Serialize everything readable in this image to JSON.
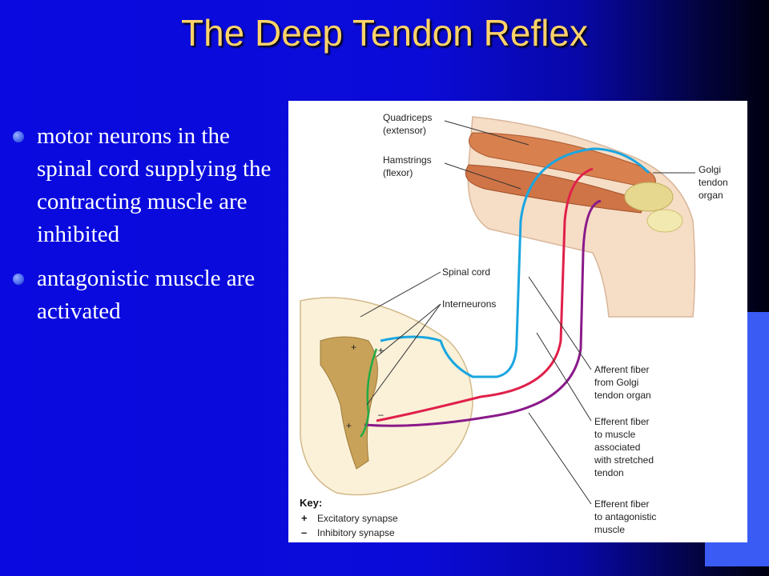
{
  "slide": {
    "title": "The Deep Tendon Reflex",
    "bullets": [
      "motor neurons in the spinal cord supplying the contracting muscle are inhibited",
      "antagonistic muscle are activated"
    ]
  },
  "figure": {
    "labels": {
      "quadriceps": [
        "Quadriceps",
        "(extensor)"
      ],
      "hamstrings": [
        "Hamstrings",
        "(flexor)"
      ],
      "golgi": [
        "Golgi",
        "tendon",
        "organ"
      ],
      "spinal_cord": "Spinal cord",
      "interneurons": "Interneurons",
      "afferent": [
        "Afferent fiber",
        "from Golgi",
        "tendon organ"
      ],
      "efferent_stretched": [
        "Efferent fiber",
        "to muscle",
        "associated",
        "with stretched",
        "tendon"
      ],
      "efferent_antagonistic": [
        "Efferent fiber",
        "to antagonistic",
        "muscle"
      ]
    },
    "key": {
      "title": "Key:",
      "items": [
        {
          "symbol": "+",
          "label": "Excitatory synapse"
        },
        {
          "symbol": "–",
          "label": "Inhibitory synapse"
        }
      ]
    },
    "synapse_marks": {
      "plus": "+",
      "minus": "–"
    },
    "colors": {
      "afferent": "#1aa6e0",
      "efferent_stretched": "#e0204a",
      "efferent_antagonistic": "#8a1a8a",
      "interneuron": "#22aa44",
      "muscle": "#d9804f",
      "grey_matter": "#c9a25a"
    }
  }
}
